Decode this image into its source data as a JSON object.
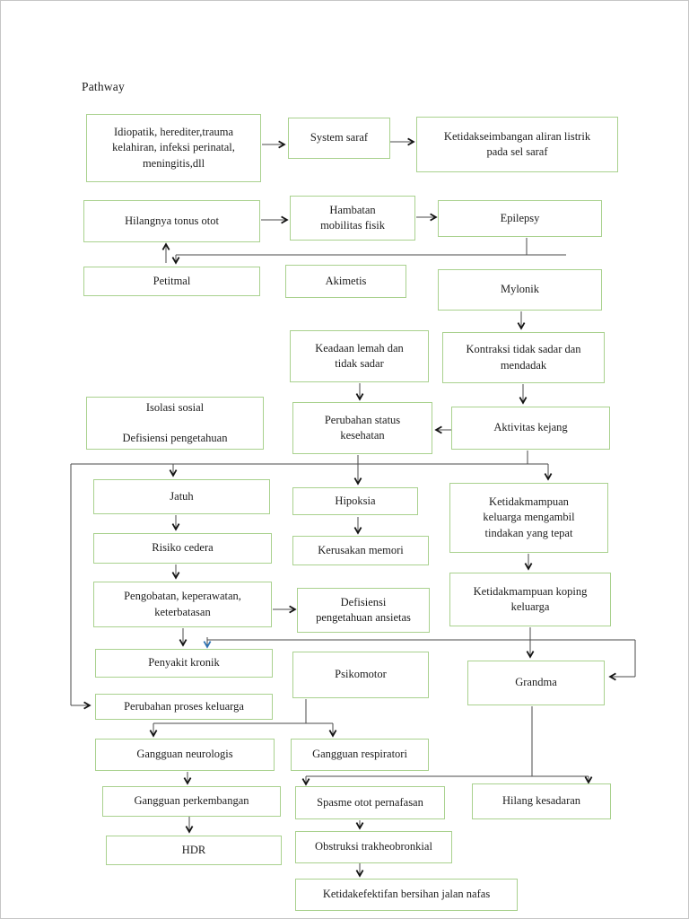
{
  "page": {
    "title": "Pathway"
  },
  "colors": {
    "box_border": "#a9d18e",
    "connector_line": "#4a4a4a",
    "arrowhead": "#151515",
    "blue_arrowhead": "#2e74b5"
  },
  "nodes": {
    "causes": {
      "label": "Idiopatik, herediter,trauma\nkelahiran, infeksi perinatal,\nmeningitis,dll"
    },
    "system_saraf": {
      "label": "System saraf"
    },
    "ketidakseimbangan": {
      "label": "Ketidakseimbangan aliran listrik\npada sel saraf"
    },
    "hilangnya_tonus": {
      "label": "Hilangnya tonus otot"
    },
    "hambatan_mobilitas": {
      "label": "Hambatan\nmobilitas fisik"
    },
    "epilepsy": {
      "label": "Epilepsy"
    },
    "petitmal": {
      "label": "Petitmal"
    },
    "akimetis": {
      "label": "Akimetis"
    },
    "mylonik": {
      "label": "Mylonik"
    },
    "keadaan_lemah": {
      "label": "Keadaan lemah dan\ntidak sadar"
    },
    "kontraksi": {
      "label": "Kontraksi tidak sadar dan\nmendadak"
    },
    "isolasi_sosial": {
      "label": "Isolasi sosial\n\nDefisiensi pengetahuan"
    },
    "perubahan_status": {
      "label": "Perubahan status\nkesehatan"
    },
    "aktivitas_kejang": {
      "label": "Aktivitas kejang"
    },
    "jatuh": {
      "label": "Jatuh"
    },
    "hipoksia": {
      "label": "Hipoksia"
    },
    "ketidakmampuan_keluarga": {
      "label": "Ketidakmampuan\nkeluarga mengambil\ntindakan yang tepat"
    },
    "risiko_cedera": {
      "label": "Risiko cedera"
    },
    "kerusakan_memori": {
      "label": "Kerusakan memori"
    },
    "koping_keluarga": {
      "label": "Ketidakmampuan koping\nkeluarga"
    },
    "pengobatan": {
      "label": "Pengobatan, keperawatan,\nketerbatasan"
    },
    "defisiensi_ansietas": {
      "label": "Defisiensi\npengetahuan ansietas"
    },
    "penyakit_kronik": {
      "label": "Penyakit kronik"
    },
    "psikomotor": {
      "label": "Psikomotor"
    },
    "grandma": {
      "label": "Grandma"
    },
    "perubahan_proses": {
      "label": "Perubahan proses keluarga"
    },
    "gangguan_neurologis": {
      "label": "Gangguan neurologis"
    },
    "gangguan_respiratori": {
      "label": "Gangguan respiratori"
    },
    "gangguan_perkembangan": {
      "label": "Gangguan perkembangan"
    },
    "spasme_otot": {
      "label": "Spasme otot pernafasan"
    },
    "hilang_kesadaran": {
      "label": "Hilang kesadaran"
    },
    "hdr": {
      "label": "HDR"
    },
    "obstruksi": {
      "label": "Obstruksi trakheobronkial"
    },
    "ketidakefektifan": {
      "label": "Ketidakefektifan bersihan jalan nafas"
    }
  }
}
